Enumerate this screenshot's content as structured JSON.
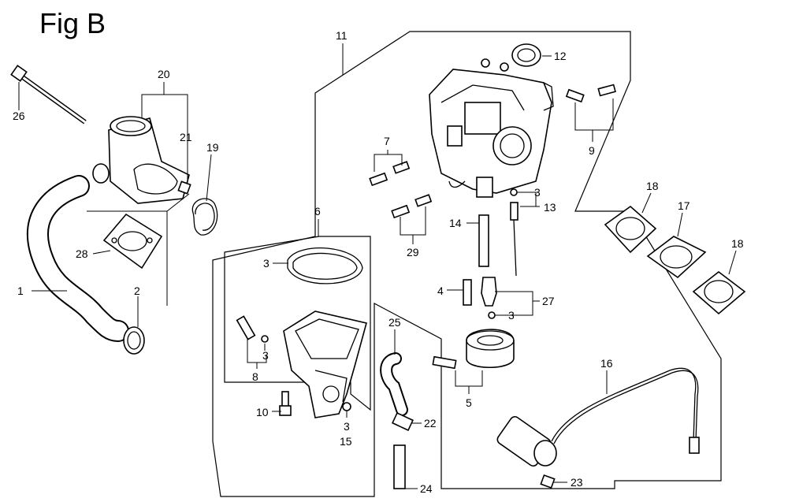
{
  "figure": {
    "title": "Fig B",
    "callouts": [
      "1",
      "2",
      "3",
      "4",
      "5",
      "6",
      "7",
      "8",
      "9",
      "10",
      "11",
      "12",
      "13",
      "14",
      "15",
      "16",
      "17",
      "18",
      "19",
      "20",
      "21",
      "22",
      "23",
      "24",
      "25",
      "26",
      "27",
      "28",
      "29"
    ]
  }
}
